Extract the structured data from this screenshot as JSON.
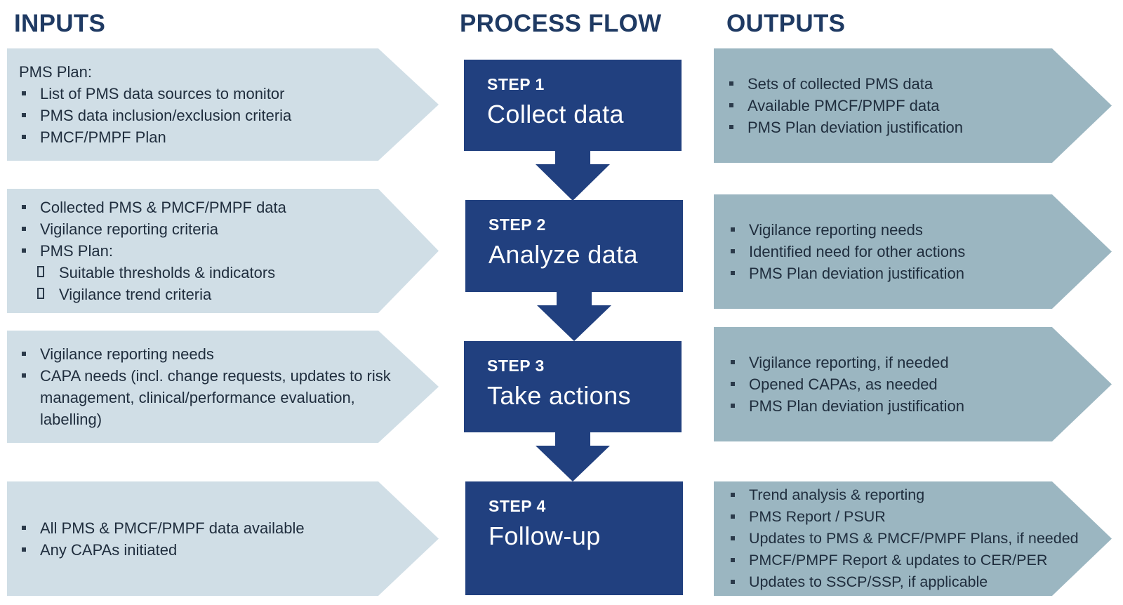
{
  "headings": {
    "inputs": "INPUTS",
    "process": "PROCESS FLOW",
    "outputs": "OUTPUTS"
  },
  "colors": {
    "heading": "#1f3a63",
    "input_fill": "#d0dee6",
    "output_fill": "#9bb6c1",
    "step_fill": "#21407f"
  },
  "inputs": [
    {
      "lead": "PMS Plan:",
      "items": [
        "List of PMS data sources to monitor",
        "PMS data inclusion/exclusion criteria",
        "PMCF/PMPF Plan"
      ]
    },
    {
      "items": [
        "Collected PMS & PMCF/PMPF data",
        "Vigilance reporting criteria",
        "PMS Plan:"
      ],
      "subitems": [
        "Suitable thresholds & indicators",
        "Vigilance trend criteria"
      ]
    },
    {
      "items": [
        "Vigilance reporting needs",
        "CAPA needs (incl. change requests, updates to risk management, clinical/performance evaluation, labelling)"
      ]
    },
    {
      "items": [
        "All PMS & PMCF/PMPF data available",
        "Any CAPAs initiated"
      ]
    }
  ],
  "steps": [
    {
      "num": "STEP 1",
      "title": "Collect data"
    },
    {
      "num": "STEP 2",
      "title": "Analyze data"
    },
    {
      "num": "STEP 3",
      "title": "Take actions"
    },
    {
      "num": "STEP 4",
      "title": "Follow-up"
    }
  ],
  "outputs": [
    {
      "items": [
        "Sets of collected PMS data",
        "Available PMCF/PMPF data",
        "PMS Plan deviation justification"
      ]
    },
    {
      "items": [
        "Vigilance reporting needs",
        "Identified need for other actions",
        "PMS Plan deviation justification"
      ]
    },
    {
      "items": [
        "Vigilance reporting, if needed",
        "Opened CAPAs, as needed",
        "PMS Plan deviation justification"
      ]
    },
    {
      "items": [
        "Trend analysis & reporting",
        "PMS Report / PSUR",
        "Updates to PMS & PMCF/PMPF Plans, if needed",
        "PMCF/PMPF Report & updates to CER/PER",
        "Updates to SSCP/SSP, if applicable"
      ]
    }
  ]
}
